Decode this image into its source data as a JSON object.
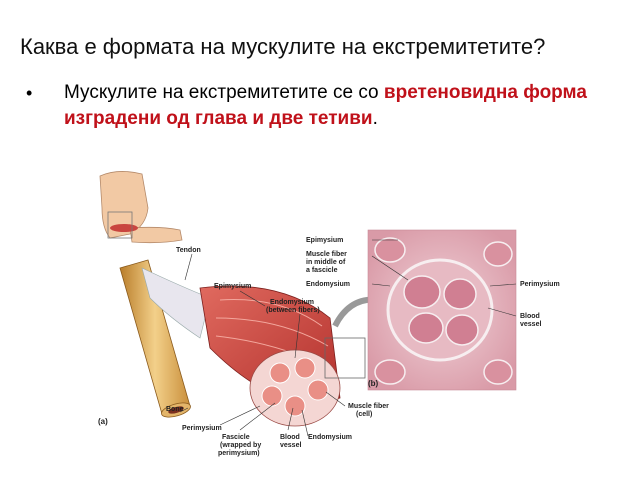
{
  "slide": {
    "title": "Каква е формата на мускулите на екстремитетите?",
    "bullet": {
      "marker": "•",
      "text_start": "Мускулите на екстремитетите се со ",
      "text_highlight": "вретеновидна форма изградени од глава и две тетиви",
      "text_end": "."
    }
  },
  "figure": {
    "labels": {
      "tendon": "Tendon",
      "epimysium_a": "Epimysium",
      "endomysium_a_1": "Endomysium",
      "endomysium_a_2": "(between fibers)",
      "bone": "Bone",
      "perimysium_a": "Perimysium",
      "fascicle_1": "Fascicle",
      "fascicle_2": "(wrapped by",
      "fascicle_3": "perimysium)",
      "blood_vessel_a_1": "Blood",
      "blood_vessel_a_2": "vessel",
      "endomysium_a2": "Endomysium",
      "muscle_fiber_cell_1": "Muscle fiber",
      "muscle_fiber_cell_2": "(cell)",
      "panel_a": "(a)",
      "panel_b": "(b)",
      "epimysium_b": "Epimysium",
      "muscle_fiber_mid_1": "Muscle fiber",
      "muscle_fiber_mid_2": "in middle of",
      "muscle_fiber_mid_3": "a fascicle",
      "endomysium_b": "Endomysium",
      "perimysium_b": "Perimysium",
      "blood_vessel_b_1": "Blood",
      "blood_vessel_b_2": "vessel"
    },
    "colors": {
      "muscle_red": "#c9453f",
      "bone_tan": "#e8b860",
      "tissue_pink": "#e3b3bd",
      "highlight_text": "#c0111a"
    }
  }
}
